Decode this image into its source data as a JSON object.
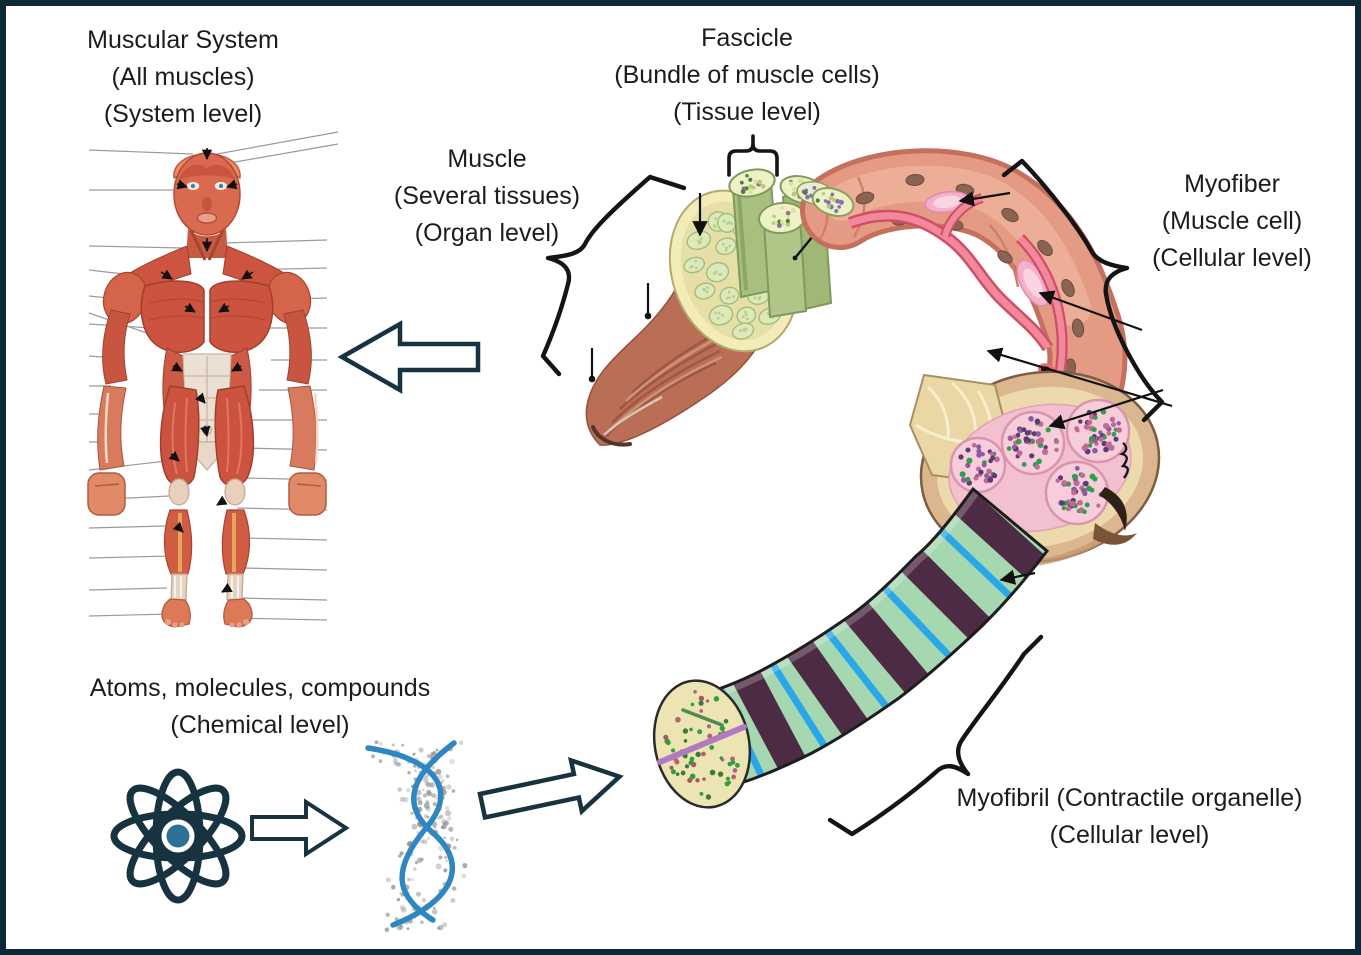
{
  "diagram": {
    "description_labels_visible_only": true
  },
  "labels": {
    "muscular_system": {
      "line1": "Muscular System",
      "line2": "(All muscles)",
      "line3": "(System level)"
    },
    "fascicle": {
      "line1": "Fascicle",
      "line2": "(Bundle of muscle cells)",
      "line3": "(Tissue level)"
    },
    "muscle": {
      "line1": "Muscle",
      "line2": "(Several tissues)",
      "line3": "(Organ level)"
    },
    "myofiber": {
      "line1": "Myofiber",
      "line2": "(Muscle cell)",
      "line3": "(Cellular level)"
    },
    "myofibril": {
      "line1": "Myofibril (Contractile organelle)",
      "line2": "(Cellular level)"
    },
    "chemical": {
      "line1": "Atoms, molecules, compounds",
      "line2": "(Chemical level)"
    }
  },
  "icons": {
    "atom": "atom-icon",
    "dna": "dna-helix-icon",
    "arrow_to_body": "hollow-arrow-left-icon",
    "arrow_atom_to_dna": "hollow-arrow-right-icon",
    "arrow_dna_to_myofibril": "hollow-arrow-right-icon",
    "braces": "curly-brace-icon"
  },
  "colors": {
    "frame_border": "#0d2836",
    "text": "#1c1c1c",
    "arrow_outline": "#17333f",
    "bracket": "#141414",
    "leader_line": "#9a9a9a",
    "atom_nucleus": "#2d7194",
    "dna_strand": "#2f87c2",
    "muscle_red": "#cc5340",
    "muscle_brown": "#b96e55",
    "fascicle_green": "#a8bf80",
    "fascicle_cream": "#f2ecb8",
    "myofiber_pink": "#e59a83",
    "capillary_red": "#ee7287",
    "bundle_pink": "#f7cddb",
    "myofibril_green": "#a5d8b0",
    "myofibril_maroon": "#4e2b44",
    "myofibril_blue": "#2aa7e8",
    "cut_face_cream": "#ece4b2"
  }
}
